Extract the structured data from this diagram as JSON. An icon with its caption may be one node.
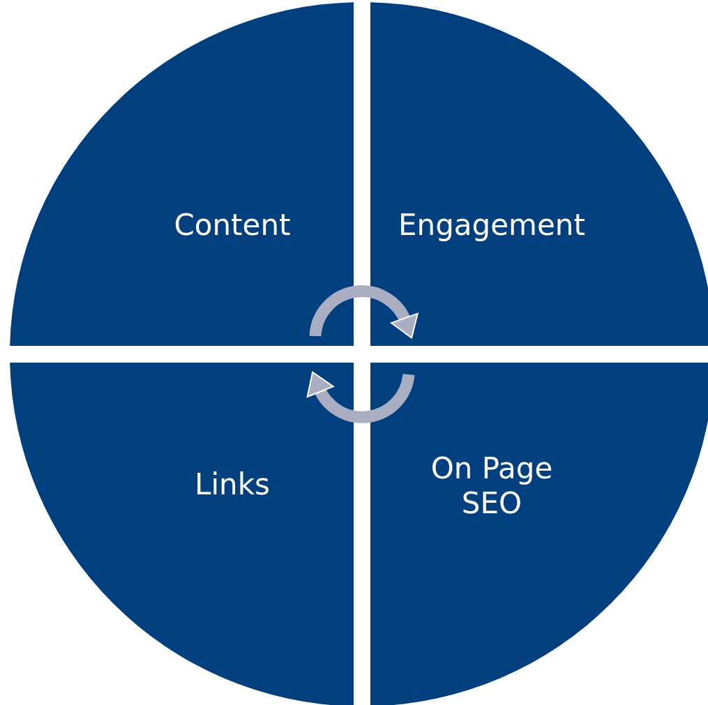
{
  "diagram": {
    "nodes": [
      {
        "text": [
          "Content"
        ]
      },
      {
        "text": [
          "Engagement"
        ]
      },
      {
        "text": [
          "Links"
        ]
      },
      {
        "text": [
          "On Page SEO"
        ]
      }
    ],
    "edges": [
      {
        "from": 0,
        "to": 1,
        "arrow": "to"
      },
      {
        "from": 3,
        "to": 2,
        "arrow": "to"
      }
    ]
  }
}
